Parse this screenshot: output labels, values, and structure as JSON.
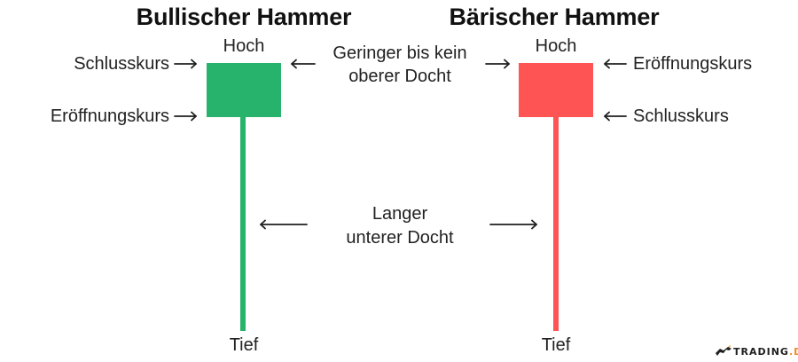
{
  "bullish": {
    "title": "Bullischer Hammer",
    "high_label": "Hoch",
    "low_label": "Tief",
    "close_label": "Schlusskurs",
    "open_label": "Eröffnungskurs",
    "color": "#27b36b"
  },
  "bearish": {
    "title": "Bärischer Hammer",
    "high_label": "Hoch",
    "low_label": "Tief",
    "open_label": "Eröffnungskurs",
    "close_label": "Schlusskurs",
    "color": "#ff5454"
  },
  "annotations": {
    "upper_wick": [
      "Geringer bis kein",
      "oberer Docht"
    ],
    "lower_wick": [
      "Langer",
      "unterer Docht"
    ]
  },
  "logo": {
    "text": "TRADING",
    "suffix": ".DE",
    "icon": "bull-icon",
    "accent": "#f28c1c"
  },
  "colors": {
    "arrow": "#1f1f1f",
    "text": "#222222"
  }
}
